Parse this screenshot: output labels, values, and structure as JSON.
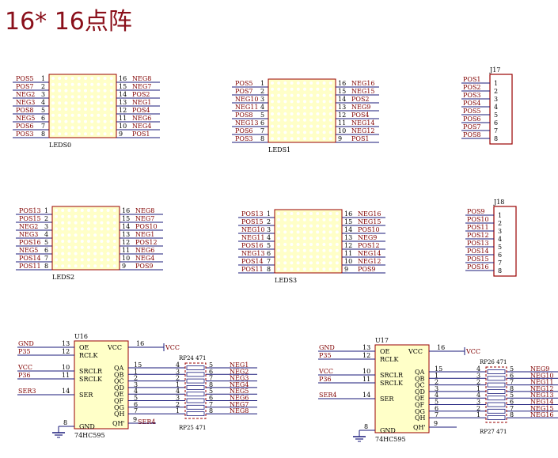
{
  "title": "16* 16点阵",
  "matrices": [
    {
      "name": "LEDS0",
      "left_labels": [
        "POS5",
        "POS7",
        "NEG2",
        "NEG3",
        "POS8",
        "NEG5",
        "POS6",
        "POS3"
      ],
      "left_pins": [
        "1",
        "2",
        "3",
        "4",
        "5",
        "6",
        "7",
        "8"
      ],
      "right_pins": [
        "16",
        "15",
        "14",
        "13",
        "12",
        "11",
        "10",
        "9"
      ],
      "right_labels": [
        "NEG8",
        "NEG7",
        "POS2",
        "NEG1",
        "POS4",
        "NEG6",
        "NEG4",
        "POS1"
      ]
    },
    {
      "name": "LEDS1",
      "left_labels": [
        "POS5",
        "POS7",
        "NEG10",
        "NEG11",
        "POS8",
        "NEG13",
        "POS6",
        "POS3"
      ],
      "left_pins": [
        "1",
        "2",
        "3",
        "4",
        "5",
        "6",
        "7",
        "8"
      ],
      "right_pins": [
        "16",
        "15",
        "14",
        "13",
        "12",
        "11",
        "10",
        "9"
      ],
      "right_labels": [
        "NEG16",
        "NEG15",
        "POS2",
        "NEG9",
        "POS4",
        "NEG14",
        "NEG12",
        "POS1"
      ]
    },
    {
      "name": "LEDS2",
      "left_labels": [
        "POS13",
        "POS15",
        "NEG2",
        "NEG3",
        "POS16",
        "NEG5",
        "POS14",
        "POS11"
      ],
      "left_pins": [
        "1",
        "2",
        "3",
        "4",
        "5",
        "6",
        "7",
        "8"
      ],
      "right_pins": [
        "16",
        "15",
        "14",
        "13",
        "12",
        "11",
        "10",
        "9"
      ],
      "right_labels": [
        "NEG8",
        "NEG7",
        "POS10",
        "NEG1",
        "POS12",
        "NEG6",
        "NEG4",
        "POS9"
      ]
    },
    {
      "name": "LEDS3",
      "left_labels": [
        "POS13",
        "POS15",
        "NEG10",
        "NEG11",
        "POS16",
        "NEG13",
        "POS14",
        "POS11"
      ],
      "left_pins": [
        "1",
        "2",
        "3",
        "4",
        "5",
        "6",
        "7",
        "8"
      ],
      "right_pins": [
        "16",
        "15",
        "14",
        "13",
        "12",
        "11",
        "10",
        "9"
      ],
      "right_labels": [
        "NEG16",
        "NEG15",
        "POS10",
        "NEG9",
        "POS12",
        "NEG14",
        "NEG12",
        "POS9"
      ]
    }
  ],
  "connectors": [
    {
      "name": "J17",
      "labels": [
        "POS1",
        "POS2",
        "POS3",
        "POS4",
        "POS5",
        "POS6",
        "POS7",
        "POS8"
      ],
      "pins": [
        "1",
        "2",
        "3",
        "4",
        "5",
        "6",
        "7",
        "8"
      ]
    },
    {
      "name": "J18",
      "labels": [
        "POS9",
        "POS10",
        "POS11",
        "POS12",
        "POS13",
        "POS14",
        "POS15",
        "POS16"
      ],
      "pins": [
        "1",
        "2",
        "3",
        "4",
        "5",
        "6",
        "7",
        "8"
      ]
    }
  ],
  "shift_registers": [
    {
      "ref": "U16",
      "part": "74HC595",
      "left_pins": [
        {
          "net": "GND",
          "num": "13",
          "label": "OE"
        },
        {
          "net": "P35",
          "num": "12",
          "label": "RCLK"
        },
        {
          "net": "VCC",
          "num": "10",
          "label": "SRCLR"
        },
        {
          "net": "P36",
          "num": "11",
          "label": "SRCLK"
        },
        {
          "net": "SER3",
          "num": "14",
          "label": "SER"
        },
        {
          "net": "",
          "num": "8",
          "label": "GND"
        }
      ],
      "vcc_label": "VCC",
      "vcc_num": "16",
      "vcc_net": "VCC",
      "outputs": [
        {
          "label": "QA",
          "num": "15"
        },
        {
          "label": "QB",
          "num": "1"
        },
        {
          "label": "QC",
          "num": "2"
        },
        {
          "label": "QD",
          "num": "3"
        },
        {
          "label": "QE",
          "num": "4"
        },
        {
          "label": "QF",
          "num": "5"
        },
        {
          "label": "QG",
          "num": "6"
        },
        {
          "label": "QH",
          "num": "7"
        }
      ],
      "qh_prime": {
        "label": "QH'",
        "num": "9",
        "net": "SER4"
      },
      "resistor_top": "RP24 471",
      "resistor_bottom": "RP25 471",
      "res_left_pins": [
        "4",
        "3",
        "2",
        "1",
        "4",
        "3",
        "2",
        "1"
      ],
      "res_right_pins": [
        "5",
        "6",
        "7",
        "8",
        "5",
        "6",
        "7",
        "8"
      ],
      "out_nets": [
        "NEG1",
        "NEG2",
        "NEG3",
        "NEG4",
        "NEG5",
        "NEG6",
        "NEG7",
        "NEG8"
      ]
    },
    {
      "ref": "U17",
      "part": "74HC595",
      "left_pins": [
        {
          "net": "GND",
          "num": "13",
          "label": "OE"
        },
        {
          "net": "P35",
          "num": "12",
          "label": "RCLK"
        },
        {
          "net": "VCC",
          "num": "10",
          "label": "SRCLR"
        },
        {
          "net": "P36",
          "num": "11",
          "label": "SRCLK"
        },
        {
          "net": "SER4",
          "num": "14",
          "label": "SER"
        },
        {
          "net": "",
          "num": "8",
          "label": "GND"
        }
      ],
      "vcc_label": "VCC",
      "vcc_num": "16",
      "vcc_net": "VCC",
      "outputs": [
        {
          "label": "QA",
          "num": "15"
        },
        {
          "label": "QB",
          "num": "1"
        },
        {
          "label": "QC",
          "num": "2"
        },
        {
          "label": "QD",
          "num": "3"
        },
        {
          "label": "QE",
          "num": "4"
        },
        {
          "label": "QF",
          "num": "5"
        },
        {
          "label": "QG",
          "num": "6"
        },
        {
          "label": "QH",
          "num": "7"
        }
      ],
      "qh_prime": {
        "label": "QH'",
        "num": "9",
        "net": ""
      },
      "resistor_top": "RP26 471",
      "resistor_bottom": "RP27 471",
      "res_left_pins": [
        "4",
        "3",
        "2",
        "1",
        "4",
        "3",
        "2",
        "1"
      ],
      "res_right_pins": [
        "5",
        "6",
        "7",
        "8",
        "5",
        "6",
        "7",
        "8"
      ],
      "out_nets": [
        "NEG9",
        "NEG10",
        "NEG11",
        "NEG12",
        "NEG13",
        "NEG14",
        "NEG15",
        "NEG16"
      ]
    }
  ],
  "colors": {
    "wire": "#1a1a7a",
    "label": "#800000",
    "pin": "#000000",
    "body_fill": "#ffffc8",
    "body_stroke": "#990000",
    "dot": "#ffffff"
  }
}
